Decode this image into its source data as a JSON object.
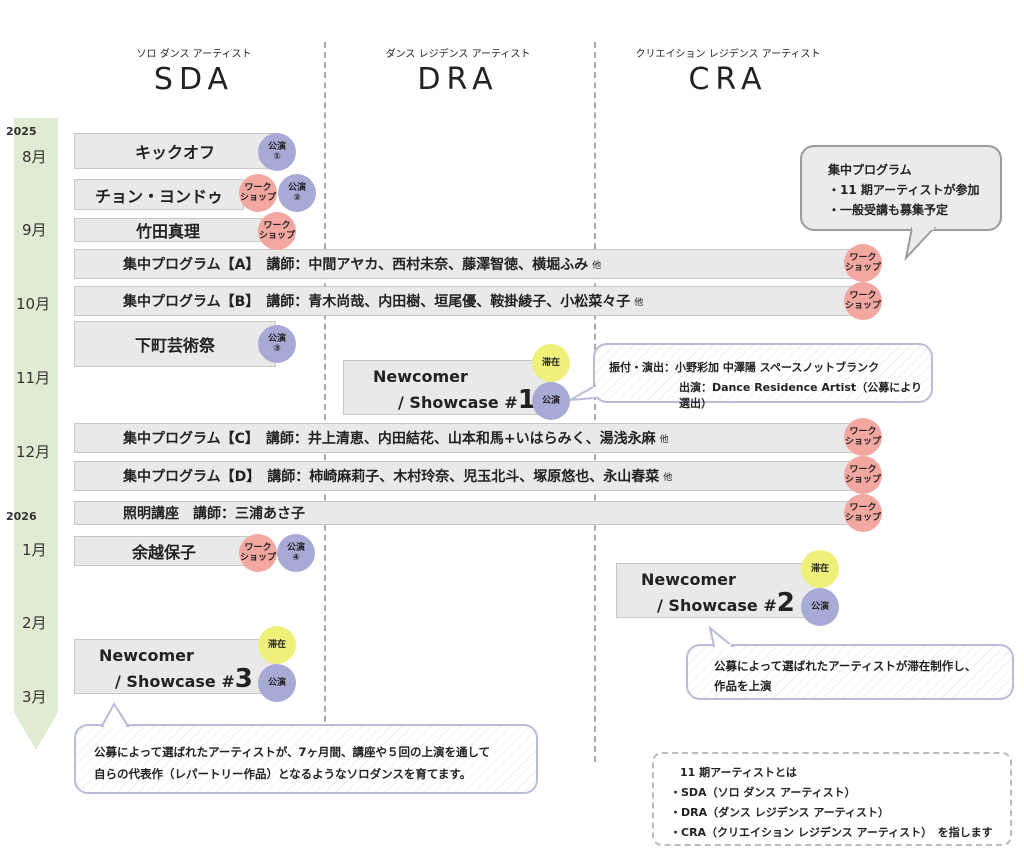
{
  "columns": [
    {
      "sub": "ソロ ダンス アーティスト",
      "main": "SDA"
    },
    {
      "sub": "ダンス レジデンス アーティスト",
      "main": "DRA"
    },
    {
      "sub": "クリエイション レジデンス アーティスト",
      "main": "CRA"
    }
  ],
  "timeline": {
    "year1": "2025",
    "year2": "2026",
    "months": [
      "8月",
      "9月",
      "10月",
      "11月",
      "12月",
      "1月",
      "2月",
      "3月"
    ]
  },
  "events": {
    "kickoff": "キックオフ",
    "chon": "チョン・ヨンドゥ",
    "takeda": "竹田真理",
    "progA": "集中プログラム【A】　講師：中間アヤカ、西村未奈、藤澤智徳、横堀ふみ",
    "progB": "集中プログラム【B】　講師：青木尚哉、内田樹、垣尾優、鞍掛綾子、小松菜々子",
    "shitamachi": "下町芸術祭",
    "progC": "集中プログラム【C】　講師：井上清恵、内田結花、山本和馬+いはらみく、湯浅永麻",
    "progD": "集中プログラム【D】　講師：柿崎麻莉子、木村玲奈、児玉北斗、塚原悠也、永山春菜",
    "lighting": "照明講座　講師：三浦あさ子",
    "yogoshi": "余越保子",
    "etc": "他"
  },
  "badges": {
    "ws1": "ワーク",
    "ws2": "ショップ",
    "perf": "公演",
    "stay": "滞在",
    "perf1": "①",
    "perf2": "②",
    "perf3": "③",
    "perf4": "④"
  },
  "showcases": [
    {
      "l1": "Newcomer",
      "l2": "/ Showcase #",
      "num": "1"
    },
    {
      "l1": "Newcomer",
      "l2": "/ Showcase #",
      "num": "2"
    },
    {
      "l1": "Newcomer",
      "l2": "/ Showcase #",
      "num": "3"
    }
  ],
  "bubbles": {
    "intensive_title": "集中プログラム",
    "intensive_l1": "・11 期アーティストが参加",
    "intensive_l2": "・一般受講も募集予定",
    "dra_l1": "振付・演出：小野彩加 中澤陽 スペースノットブランク",
    "dra_l2": "出演：Dance Residence Artist（公募により選出）",
    "cra_l1": "公募によって選ばれたアーティストが滞在制作し、",
    "cra_l2": "作品を上演",
    "sda_l1": "公募によって選ばれたアーティストが、7ヶ月間、講座や５回の上演を通して",
    "sda_l2": "自らの代表作（レパートリー作品）となるようなソロダンスを育てます。"
  },
  "note": {
    "title": "11 期アーティストとは",
    "l1": "・SDA（ソロ ダンス アーティスト）",
    "l2": "・DRA（ダンス レジデンス アーティスト）",
    "l3": "・CRA（クリエイション レジデンス アーティスト）　を指します"
  }
}
